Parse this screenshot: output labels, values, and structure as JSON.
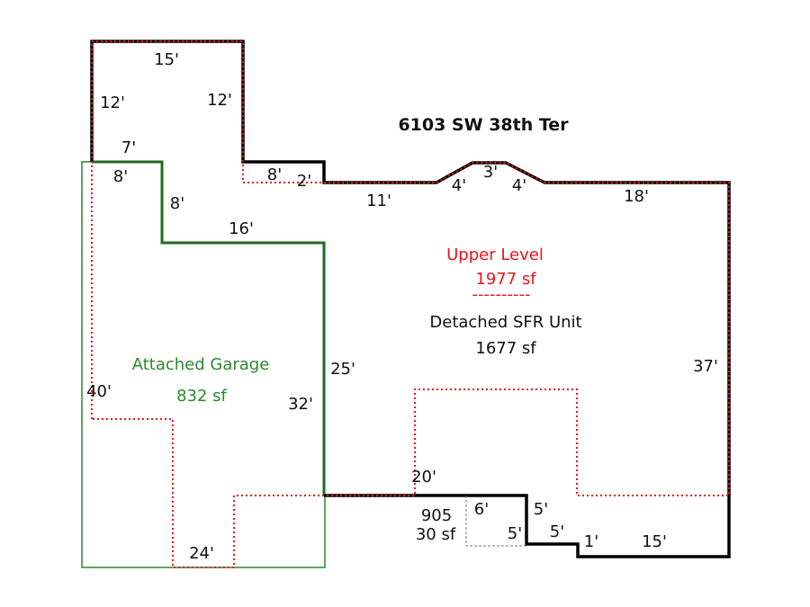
{
  "title": "6103 SW 38th Ter",
  "colors": {
    "outline": "#000000",
    "upper_level": "#e8141c",
    "garage": "#2a8a2a",
    "sketch": "#777777"
  },
  "areas": {
    "upper_level": {
      "label": "Upper Level",
      "area": "1977 sf",
      "divider": "----------"
    },
    "main_unit": {
      "label": "Detached SFR Unit",
      "area": "1677 sf"
    },
    "garage": {
      "label": "Attached Garage",
      "area": "832 sf"
    },
    "small": {
      "code": "905",
      "area": "30 sf"
    }
  },
  "dimensions": {
    "d15_top": "15'",
    "d12_left": "12'",
    "d12_right": "12'",
    "d7": "7'",
    "d8_garage_top": "8'",
    "d8_garage_side": "8'",
    "d16": "16'",
    "d8_upper": "8'",
    "d2": "2'",
    "d11": "11'",
    "d4_left": "4'",
    "d3": "3'",
    "d4_right": "4'",
    "d18": "18'",
    "d25": "25'",
    "d32": "32'",
    "d40": "40'",
    "d37": "37'",
    "d20": "20'",
    "d6": "6'",
    "d5_a": "5'",
    "d5_b": "5'",
    "d5_c": "5'",
    "d1": "1'",
    "d15_bottom": "15'",
    "d24": "24'"
  }
}
